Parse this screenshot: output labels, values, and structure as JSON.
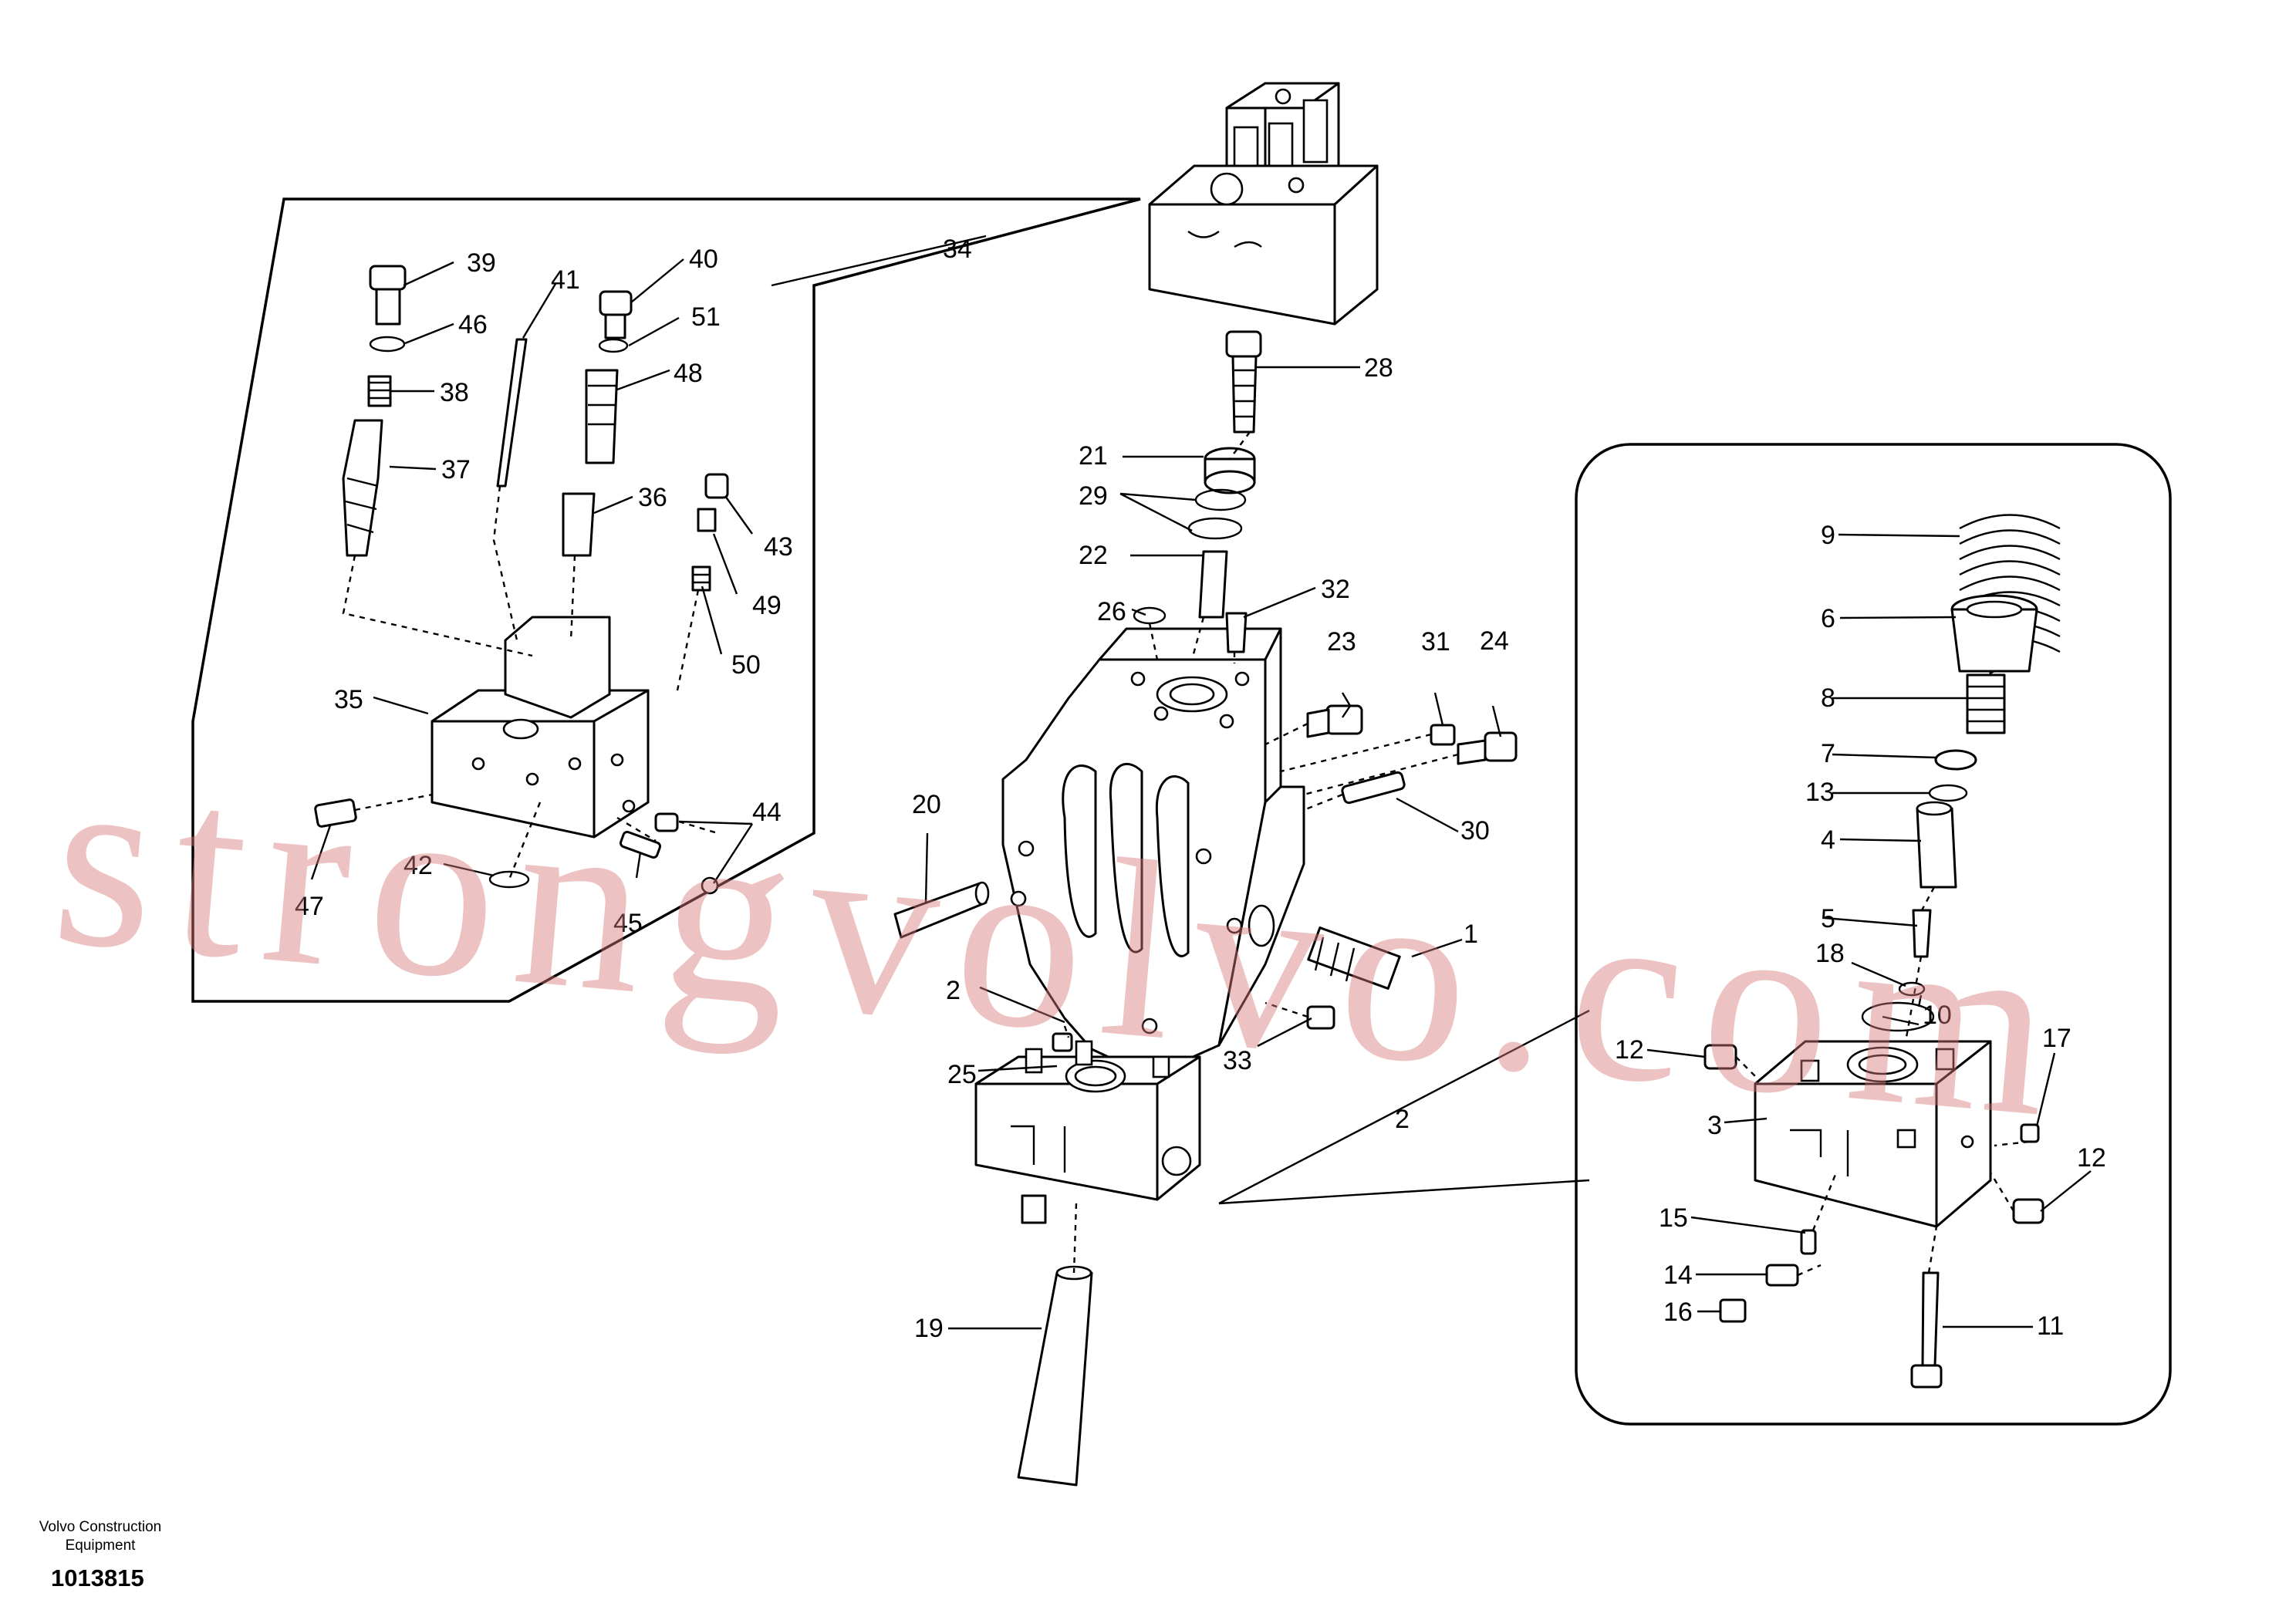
{
  "diagram": {
    "callouts": [
      "1",
      "2",
      "2",
      "3",
      "4",
      "5",
      "6",
      "7",
      "8",
      "9",
      "10",
      "11",
      "12",
      "12",
      "13",
      "14",
      "15",
      "16",
      "17",
      "18",
      "19",
      "20",
      "21",
      "22",
      "23",
      "24",
      "25",
      "26",
      "28",
      "29",
      "30",
      "31",
      "32",
      "33",
      "34",
      "35",
      "36",
      "37",
      "38",
      "39",
      "40",
      "41",
      "42",
      "43",
      "44",
      "45",
      "46",
      "47",
      "48",
      "49",
      "50",
      "51"
    ]
  },
  "watermark": "strongvolvo.com",
  "footer": {
    "maker_line1": "Volvo Construction",
    "maker_line2": "Equipment",
    "doc_number": "1013815"
  },
  "colors": {
    "line": "#000000",
    "background": "#ffffff",
    "watermark": "#d67878"
  }
}
